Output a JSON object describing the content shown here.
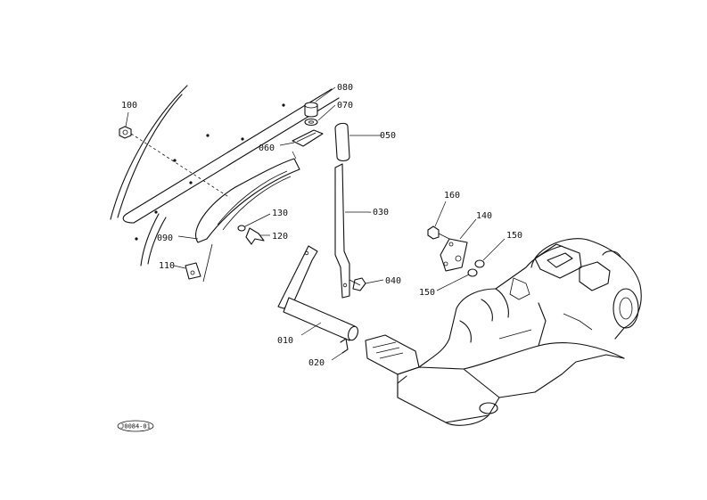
{
  "diagram": {
    "labels": {
      "p010": "010",
      "p020": "020",
      "p030": "-030",
      "p040": "040",
      "p050": "050",
      "p060": "060",
      "p070": "070",
      "p080": "080",
      "p090": "090",
      "p100": "100",
      "p110": "110",
      "p120": "120",
      "p130": "130",
      "p140": "140",
      "p150a": "150",
      "p150b": "150",
      "p160": "160"
    },
    "drawing_code": "J0084-01"
  }
}
